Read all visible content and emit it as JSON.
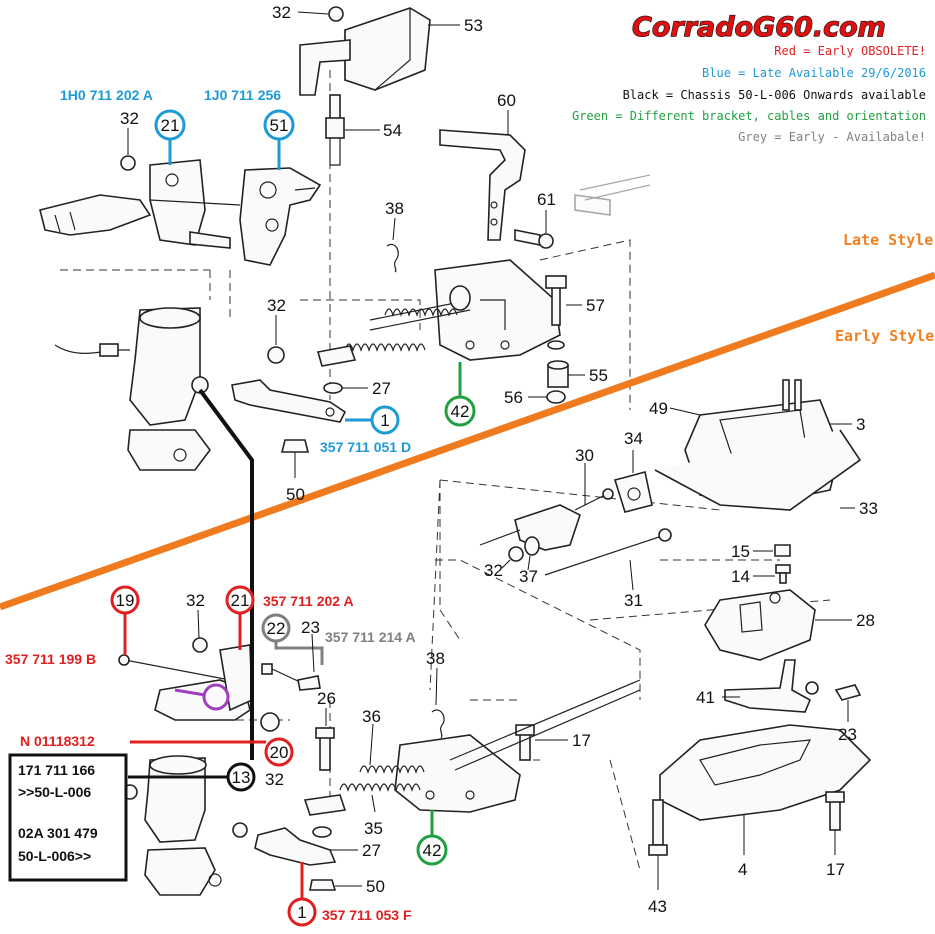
{
  "brand": "CorradoG60.com",
  "legend": {
    "red": "Red = Early OBSOLETE!",
    "blue": "Blue = Late Available 29/6/2016",
    "black": "Black = Chassis 50-L-006 Onwards available",
    "green": "Green = Different bracket, cables and orientation",
    "grey": "Grey = Early - Availabale!"
  },
  "style_labels": {
    "late": "Late Style",
    "early": "Early Style"
  },
  "colors": {
    "red": "#e02020",
    "blue": "#1e9ad6",
    "green": "#20a040",
    "grey": "#808080",
    "black": "#111111",
    "orange": "#f07a1e",
    "purple": "#a040c0"
  },
  "callouts": {
    "c21_late": "21",
    "c51": "51",
    "c1_late": "1",
    "c42_late": "42",
    "c19": "19",
    "c21_early": "21",
    "c22": "22",
    "c20": "20",
    "c13": "13",
    "c1_early": "1",
    "c42_early": "42"
  },
  "part_codes": {
    "p_1h0_711_202_a": "1H0 711 202 A",
    "p_1j0_711_256": "1J0 711 256",
    "p_357_711_051_d": "357 711 051 D",
    "p_357_711_202_a": "357 711 202 A",
    "p_357_711_214_a": "357 711 214 A",
    "p_357_711_199_b": "357 711 199 B",
    "p_n_01118312": "N  01118312",
    "p_357_711_053_f": "357 711 053 F"
  },
  "black_box": {
    "line1": "171 711 166",
    "line2": ">>50-L-006",
    "line3": "02A 301 479",
    "line4": "50-L-006>>"
  },
  "part_numbers": {
    "n32a": "32",
    "n53": "53",
    "n32b": "32",
    "n54": "54",
    "n60": "60",
    "n61": "61",
    "n38a": "38",
    "n57": "57",
    "n32c": "32",
    "n27a": "27",
    "n55": "55",
    "n56": "56",
    "n50a": "50",
    "n49": "49",
    "n3": "3",
    "n34": "34",
    "n30": "30",
    "n33": "33",
    "n15": "15",
    "n14": "14",
    "n32d": "32",
    "n37": "37",
    "n31": "31",
    "n28": "28",
    "n32e": "32",
    "n23a": "23",
    "n38b": "38",
    "n26": "26",
    "n36": "36",
    "n17a": "17",
    "n41": "41",
    "n23b": "23",
    "n32f": "32",
    "n35": "35",
    "n27b": "27",
    "n50b": "50",
    "n4": "4",
    "n17b": "17",
    "n43": "43"
  }
}
